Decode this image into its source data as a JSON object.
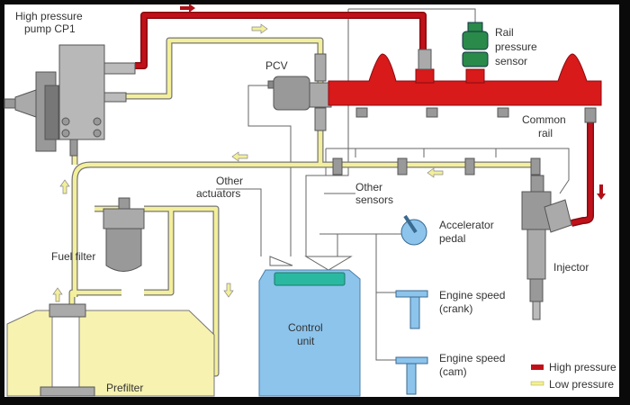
{
  "labels": {
    "pump": [
      "High pressure",
      "pump CP1"
    ],
    "pcv": "PCV",
    "rail_sensor": [
      "Rail",
      "pressure",
      "sensor"
    ],
    "common_rail": [
      "Common",
      "rail"
    ],
    "other_actuators": [
      "Other",
      "actuators"
    ],
    "other_sensors": [
      "Other",
      "sensors"
    ],
    "accelerator": [
      "Accelerator",
      "pedal"
    ],
    "fuel_filter": "Fuel filter",
    "injector": "Injector",
    "control_unit": [
      "Control",
      "unit"
    ],
    "crank": [
      "Engine speed",
      "(crank)"
    ],
    "cam": [
      "Engine speed",
      "(cam)"
    ],
    "prefilter": "Prefilter"
  },
  "legend": [
    {
      "label": "High pressure",
      "color": "#c0111a"
    },
    {
      "label": "Low pressure",
      "color": "#f3ef9a"
    }
  ],
  "colors": {
    "high_pressure": "#c0111a",
    "low_pressure": "#f3ef9a",
    "rail": "#d81a1a",
    "sensor_green": "#2a8a4a",
    "ecu_blue": "#8cc4ec",
    "metal": "#a8a8a8",
    "tank": "#f7f2b0"
  }
}
